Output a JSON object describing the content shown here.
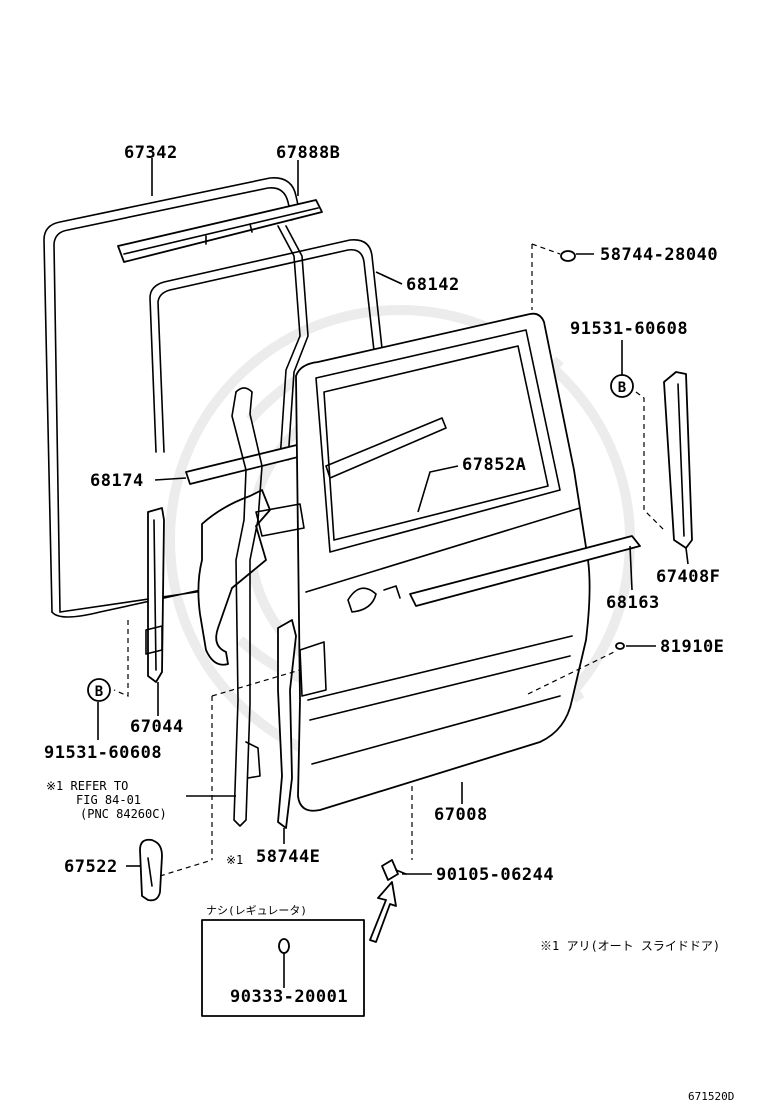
{
  "labels": {
    "p67342": "67342",
    "p67888b": "67888B",
    "p58744_28040": "58744-28040",
    "p68142": "68142",
    "p91531_60608_r": "91531-60608",
    "b_marker_right": "B",
    "p68174": "68174",
    "p67852a": "67852A",
    "p67408f": "67408F",
    "p68163": "68163",
    "p81910e": "81910E",
    "b_marker_left": "B",
    "p67044": "67044",
    "p91531_60608_l": "91531-60608",
    "ref_line1": "※1 REFER TO",
    "ref_line2": "FIG 84-01",
    "ref_line3": "(PNC 84260C)",
    "p67008": "67008",
    "p67522": "67522",
    "mark_58744e": "※1",
    "p58744e": "58744E",
    "p90105_06244": "90105-06244",
    "box_caption": "ナシ(レギュレータ)",
    "p90333_20001": "90333-20001",
    "footnote": "※1 アリ(オート スライドドア)",
    "diagram_code": "671520D"
  }
}
